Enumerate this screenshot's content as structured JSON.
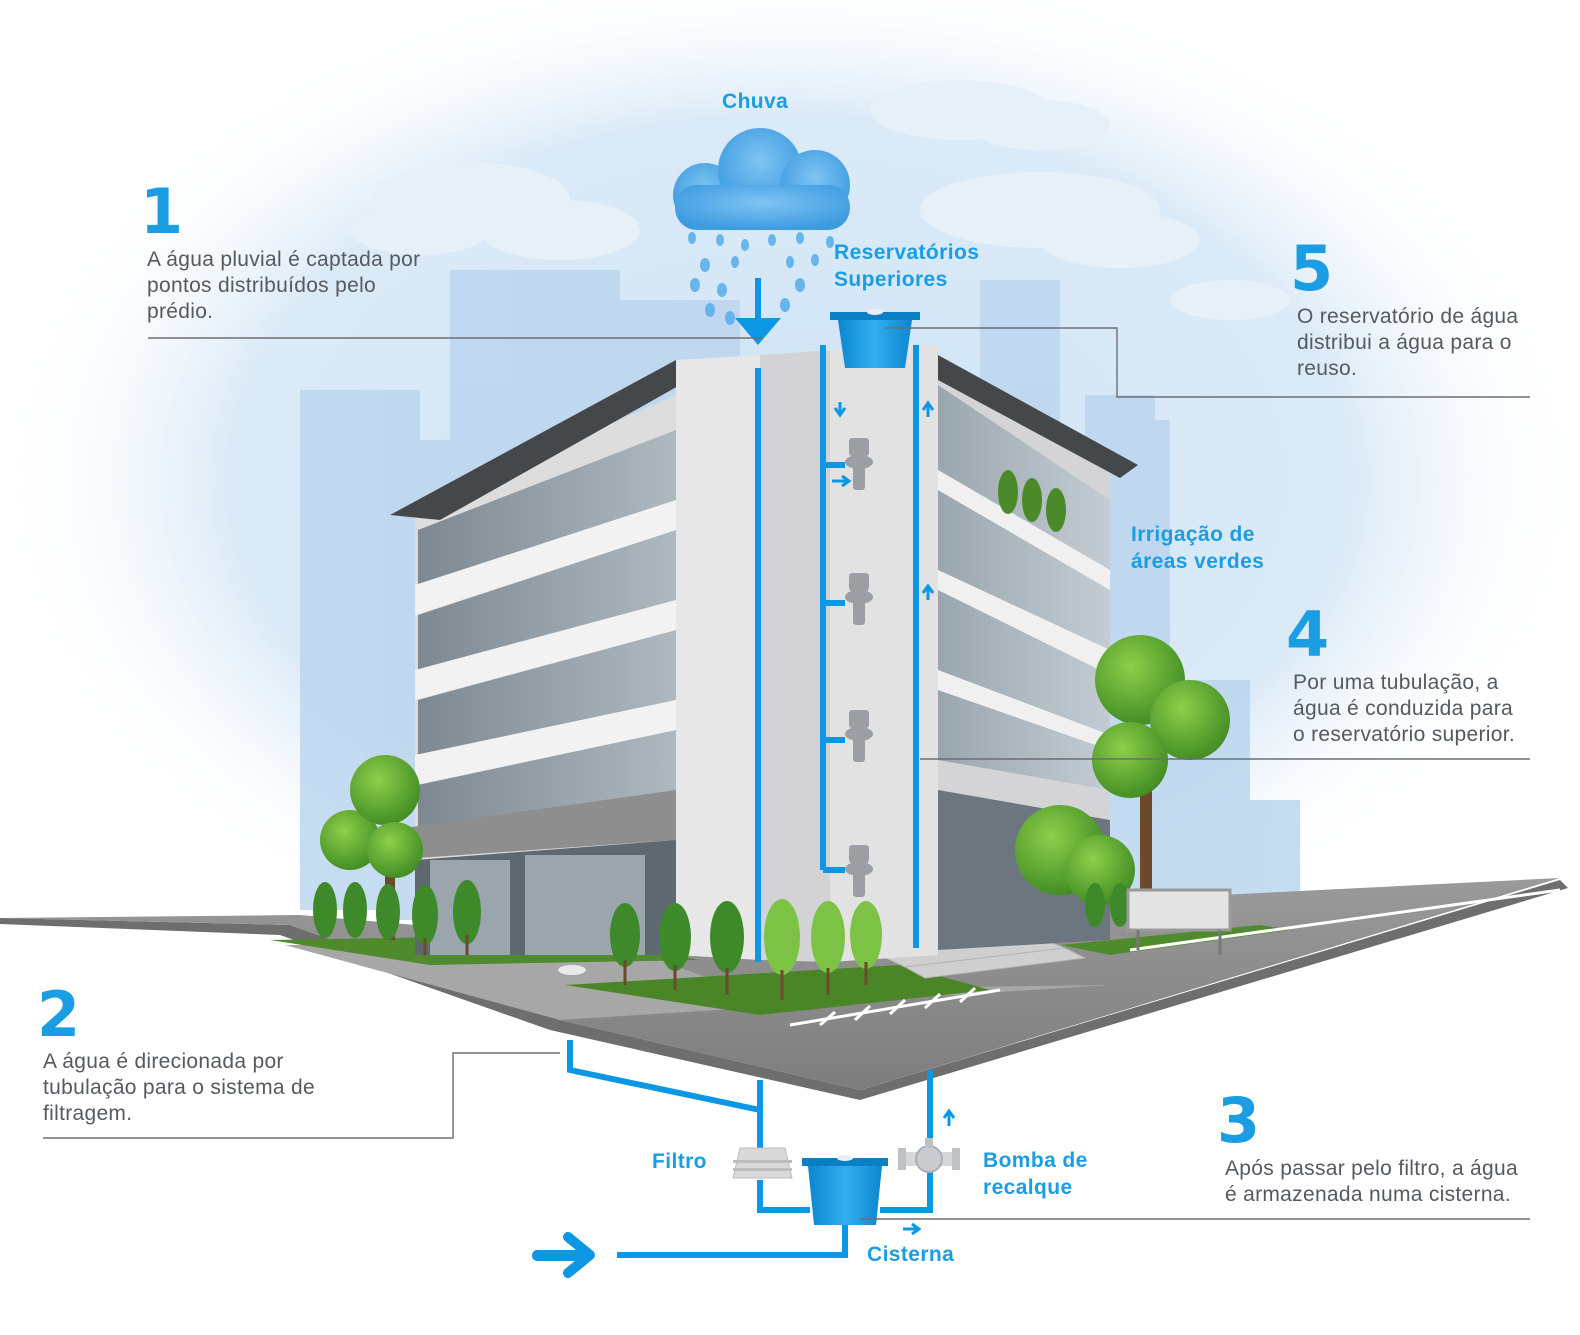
{
  "colors": {
    "accent": "#1a9de3",
    "text": "#555a60",
    "pipe": "#0b97e3",
    "sky": "#d6e9f7",
    "road": "#8c8c8c",
    "grass": "#4f8a2c",
    "wall": "#e9e9ea",
    "roof": "#4a4d50"
  },
  "labels": {
    "chuva": "Chuva",
    "reservatorios_line1": "Reservatórios",
    "reservatorios_line2": "Superiores",
    "irrigacao_line1": "Irrigação de",
    "irrigacao_line2": "áreas verdes",
    "filtro": "Filtro",
    "bomba_line1": "Bomba de",
    "bomba_line2": "recalque",
    "cisterna": "Cisterna"
  },
  "steps": [
    {
      "number": "1",
      "lines": [
        "A água pluvial é captada por",
        "pontos distribuídos pelo",
        "prédio."
      ]
    },
    {
      "number": "2",
      "lines": [
        "A água é direcionada por",
        "tubulação para o sistema de",
        "filtragem."
      ]
    },
    {
      "number": "3",
      "lines": [
        "Após passar pelo filtro, a água",
        "é armazenada numa cisterna."
      ]
    },
    {
      "number": "4",
      "lines": [
        "Por uma tubulação, a",
        "água é conduzida para",
        "o reservatório superior."
      ]
    },
    {
      "number": "5",
      "lines": [
        "O reservatório de água",
        "distribui a água para o",
        "reuso."
      ]
    }
  ],
  "icons": [
    "cloud-rain-icon",
    "toilet-icon",
    "filter-icon",
    "pump-valve-icon",
    "tank-icon",
    "arrow-right-icon",
    "tree-icon"
  ]
}
